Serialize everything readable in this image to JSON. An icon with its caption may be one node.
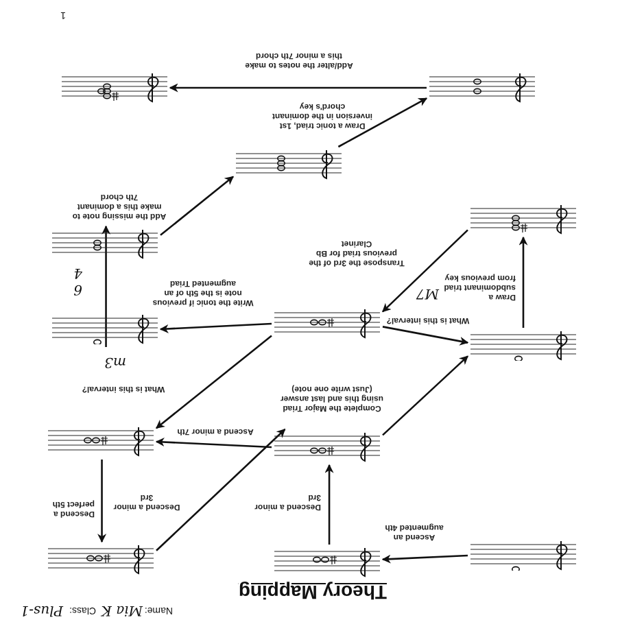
{
  "diagram": {
    "title": "Theory Mapping",
    "nodes": [
      {
        "text": [],
        "shape": "picture"
      },
      {
        "text": [],
        "shape": "picture"
      },
      {
        "text": [],
        "shape": "picture"
      },
      {
        "text": [],
        "shape": "picture"
      },
      {
        "text": [],
        "shape": "picture"
      },
      {
        "text": [],
        "shape": "picture"
      },
      {
        "text": [],
        "shape": "picture"
      },
      {
        "text": [],
        "shape": "picture"
      },
      {
        "text": [],
        "shape": "picture"
      },
      {
        "text": [],
        "shape": "picture"
      },
      {
        "text": [],
        "shape": "picture"
      },
      {
        "text": [],
        "shape": "picture"
      },
      {
        "text": [],
        "shape": "picture"
      }
    ],
    "edges": [
      {
        "from": 0,
        "to": 1,
        "arrow": "to",
        "label": "Ascend an augmented 4th"
      },
      {
        "from": 1,
        "to": 3,
        "arrow": "to",
        "label": "Descend a minor 3rd"
      },
      {
        "from": 3,
        "to": 4,
        "arrow": "to",
        "label": "Ascend a minor 7th"
      },
      {
        "from": 4,
        "to": 2,
        "arrow": "to",
        "label": "Descend a perfect 5th"
      },
      {
        "from": 2,
        "to": 3,
        "arrow": "to",
        "label": "Descend a minor 3rd"
      },
      {
        "from": 3,
        "to": 5,
        "arrow": "to",
        "label": "Complete the Major Triad using this and last answer (Just write one note)"
      },
      {
        "from": 6,
        "to": 5,
        "arrow": "to",
        "label": "What is this interval?"
      },
      {
        "from": 5,
        "to": 9,
        "arrow": "to",
        "label": "Draw a subdominant triad from previous key"
      },
      {
        "from": 9,
        "to": 6,
        "arrow": "to",
        "label": "Transpose the 3rd of the previous triad for Bb Clarinet"
      },
      {
        "from": 6,
        "to": 7,
        "arrow": "to",
        "label": "Write the tonic if previous note is the 5th of an augmented Triad"
      },
      {
        "from": 6,
        "to": 4,
        "arrow": "to",
        "label": "What is this interval?"
      },
      {
        "from": 7,
        "to": 8,
        "arrow": "to"
      },
      {
        "from": 8,
        "to": 10,
        "arrow": "to",
        "label": "Add the missing note to make this a dominant 7th chord"
      },
      {
        "from": 10,
        "to": 11,
        "arrow": "to",
        "label": "Draw a tonic triad, 1st inversion in the dominant chord's key"
      },
      {
        "from": 11,
        "to": 12,
        "arrow": "to",
        "label": "Add/alter the notes to make this a minor 7th chord"
      }
    ],
    "labels": [
      "Name:",
      "Mia K",
      "Class:",
      "Plus-1",
      "M7",
      "m3",
      "6",
      "4",
      "1"
    ]
  }
}
